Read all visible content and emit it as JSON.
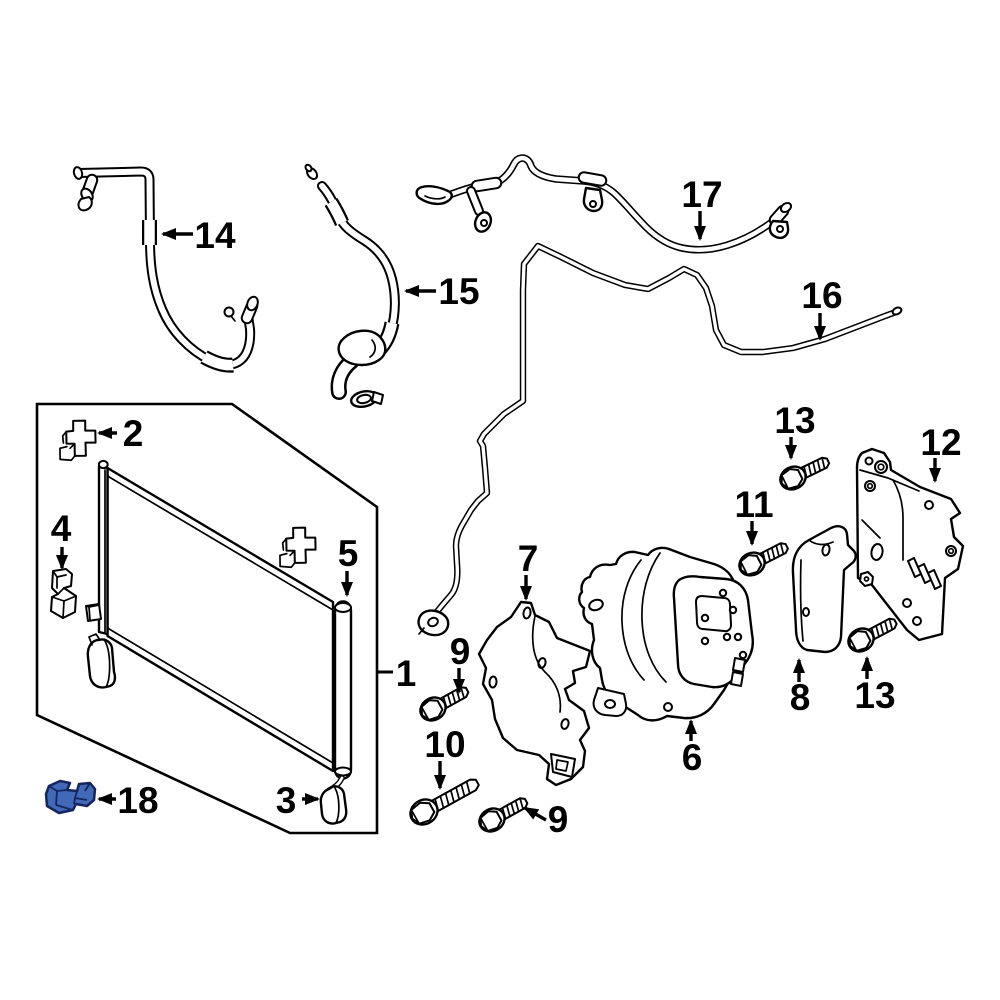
{
  "diagram": {
    "background_color": "#ffffff",
    "line_color": "#000000",
    "highlight": {
      "callout": "18",
      "fill": "#4169b8",
      "stroke": "#15265e"
    },
    "callouts": {
      "c1": "1",
      "c2": "2",
      "c3": "3",
      "c4": "4",
      "c5": "5",
      "c6": "6",
      "c7": "7",
      "c8": "8",
      "c9a": "9",
      "c9b": "9",
      "c10": "10",
      "c11": "11",
      "c12": "12",
      "c13a": "13",
      "c13b": "13",
      "c14": "14",
      "c15": "15",
      "c16": "16",
      "c17": "17",
      "c18": "18"
    }
  }
}
